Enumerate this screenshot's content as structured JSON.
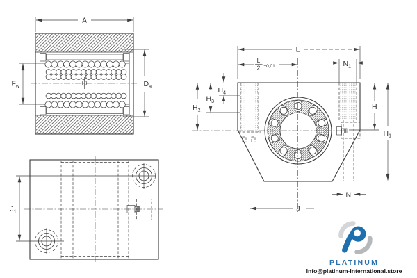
{
  "labels": {
    "A": "A",
    "Fw": {
      "m": "F",
      "s": "w"
    },
    "Da": {
      "m": "D",
      "s": "a"
    },
    "L": "L",
    "L_half": {
      "num": "L",
      "den": "2",
      "tol": "±0,01"
    },
    "N1": {
      "m": "N",
      "s": "1"
    },
    "H": "H",
    "H1": {
      "m": "H",
      "s": "1"
    },
    "H2": {
      "m": "H",
      "s": "2"
    },
    "H3": {
      "m": "H",
      "s": "3"
    },
    "H4": {
      "m": "H",
      "s": "4"
    },
    "N": "N",
    "J": "J",
    "J1": {
      "m": "J",
      "s": "1"
    }
  },
  "footer": {
    "brand": "PLATINUM",
    "email": "Info@platinum-international.store"
  },
  "colors": {
    "line": "#3a3a3a",
    "background": "#ffffff",
    "logo_blue": "#1e6fae",
    "logo_gray_light": "#d4d6d8",
    "logo_gray_dark": "#b6b9bc",
    "brand_blue": "#2a72b0",
    "email_text": "#141414"
  }
}
